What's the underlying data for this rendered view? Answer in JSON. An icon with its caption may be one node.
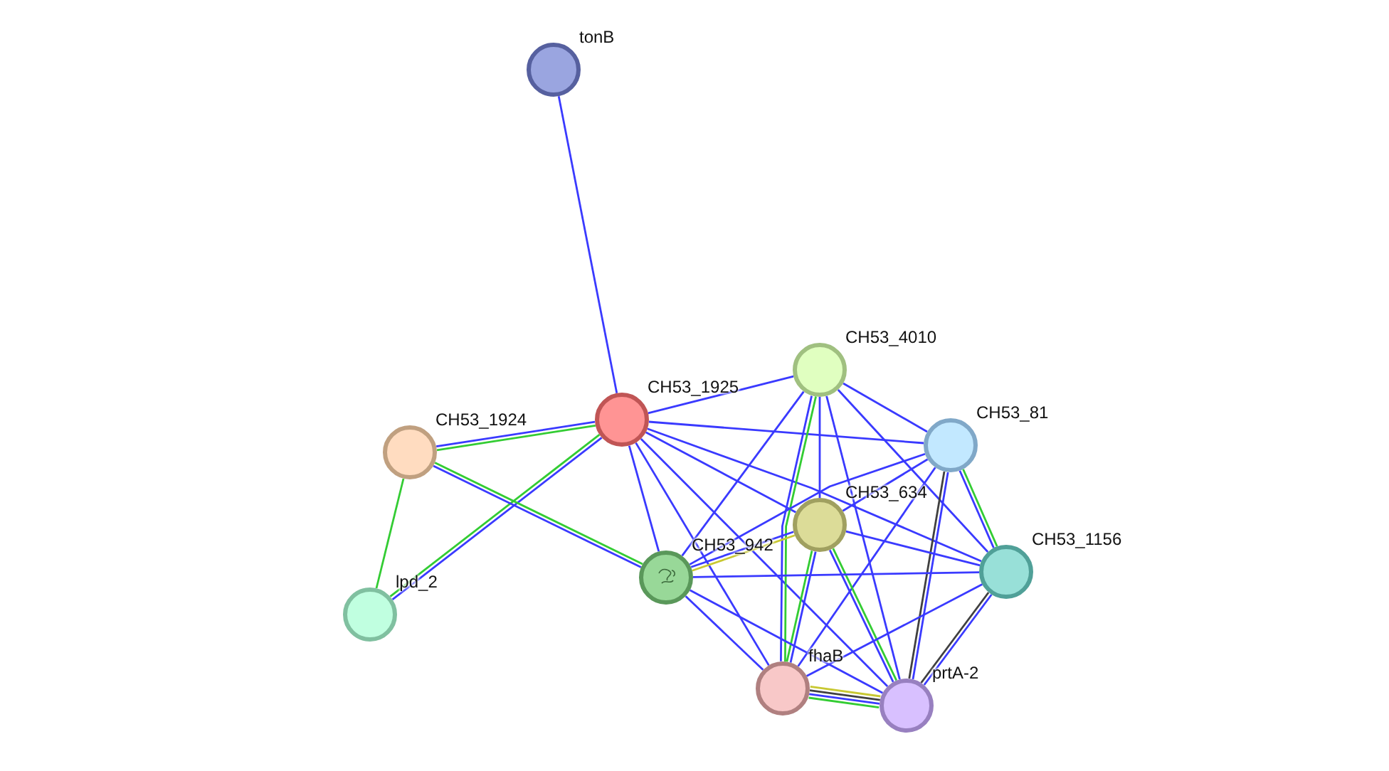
{
  "diagram": {
    "nodes": [
      {
        "text": [
          "tonB"
        ]
      },
      {
        "text": [
          "CH53_1925"
        ]
      },
      {
        "text": [
          "CH53_4010"
        ]
      },
      {
        "text": [
          "CH53_1924"
        ]
      },
      {
        "text": [
          "CH53_81"
        ]
      },
      {
        "text": [
          "CH53_634"
        ]
      },
      {
        "text": [
          "CH53_942"
        ]
      },
      {
        "text": [
          "CH53_1156"
        ]
      },
      {
        "text": [
          "lpd_2"
        ]
      },
      {
        "text": [
          "fhaB"
        ]
      },
      {
        "text": [
          "prtA-2"
        ]
      }
    ],
    "edges": [
      {
        "from": 0,
        "to": 1,
        "arrow": "none"
      },
      {
        "from": 1,
        "to": 2,
        "arrow": "none"
      },
      {
        "from": 1,
        "to": 4,
        "arrow": "none"
      },
      {
        "from": 1,
        "to": 3,
        "arrow": "none",
        "color": "#33cc33"
      },
      {
        "from": 1,
        "to": 3,
        "arrow": "none"
      },
      {
        "from": 1,
        "to": 8,
        "arrow": "none"
      },
      {
        "from": 1,
        "to": 8,
        "arrow": "none",
        "color": "#33cc33"
      },
      {
        "from": 1,
        "to": 6,
        "arrow": "none"
      },
      {
        "from": 1,
        "to": 5,
        "arrow": "none"
      },
      {
        "from": 1,
        "to": 7,
        "arrow": "none"
      },
      {
        "from": 1,
        "to": 9,
        "arrow": "none"
      },
      {
        "from": 1,
        "to": 10,
        "arrow": "none"
      },
      {
        "from": 3,
        "to": 6,
        "arrow": "none",
        "color": "#33cc33"
      },
      {
        "from": 3,
        "to": 6,
        "arrow": "none"
      },
      {
        "from": 3,
        "to": 8,
        "arrow": "none",
        "color": "#33cc33"
      },
      {
        "from": 2,
        "to": 5,
        "arrow": "none"
      },
      {
        "from": 2,
        "to": 9,
        "arrow": "none",
        "color": "#33cc33"
      },
      {
        "from": 2,
        "to": 9,
        "arrow": "none"
      },
      {
        "from": 2,
        "to": 6,
        "arrow": "none"
      },
      {
        "from": 2,
        "to": 10,
        "arrow": "none"
      },
      {
        "from": 2,
        "to": 4,
        "arrow": "none"
      },
      {
        "from": 2,
        "to": 7,
        "arrow": "none"
      },
      {
        "from": 4,
        "to": 5,
        "arrow": "none"
      },
      {
        "from": 4,
        "to": 6,
        "arrow": "none"
      },
      {
        "from": 4,
        "to": 9,
        "arrow": "none"
      },
      {
        "from": 4,
        "to": 10,
        "arrow": "none"
      },
      {
        "from": 4,
        "to": 10,
        "arrow": "none",
        "color": "#404040"
      },
      {
        "from": 4,
        "to": 7,
        "arrow": "none",
        "color": "#33cc33"
      },
      {
        "from": 4,
        "to": 7,
        "arrow": "none"
      },
      {
        "from": 5,
        "to": 6,
        "arrow": "none",
        "color": "#c8c832"
      },
      {
        "from": 5,
        "to": 6,
        "arrow": "none"
      },
      {
        "from": 5,
        "to": 9,
        "arrow": "none"
      },
      {
        "from": 5,
        "to": 9,
        "arrow": "none",
        "color": "#33cc33"
      },
      {
        "from": 5,
        "to": 10,
        "arrow": "none",
        "color": "#33cc33"
      },
      {
        "from": 5,
        "to": 10,
        "arrow": "none"
      },
      {
        "from": 5,
        "to": 7,
        "arrow": "none"
      },
      {
        "from": 6,
        "to": 7,
        "arrow": "none"
      },
      {
        "from": 6,
        "to": 9,
        "arrow": "none"
      },
      {
        "from": 6,
        "to": 10,
        "arrow": "none"
      },
      {
        "from": 7,
        "to": 9,
        "arrow": "none"
      },
      {
        "from": 7,
        "to": 10,
        "arrow": "none"
      },
      {
        "from": 7,
        "to": 10,
        "arrow": "none",
        "color": "#404040"
      },
      {
        "from": 9,
        "to": 10,
        "arrow": "none",
        "color": "#c8c832"
      },
      {
        "from": 9,
        "to": 10,
        "arrow": "none",
        "color": "#404040"
      },
      {
        "from": 9,
        "to": 10,
        "arrow": "none"
      },
      {
        "from": 9,
        "to": 10,
        "arrow": "none",
        "color": "#33cc33"
      }
    ]
  }
}
